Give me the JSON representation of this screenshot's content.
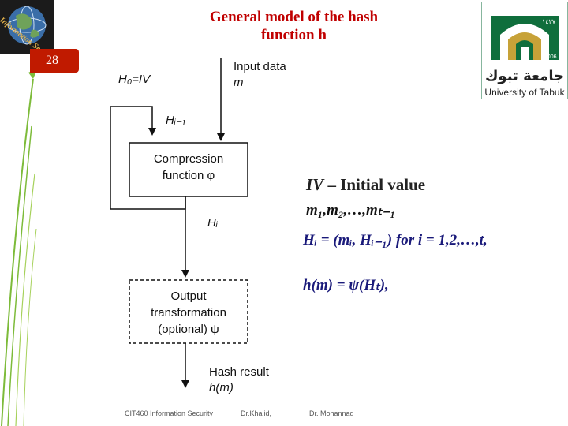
{
  "header": {
    "title_line1": "General model of the hash",
    "title_line2": "function h",
    "slide_number": "28"
  },
  "left_logo": {
    "label": "Information Security"
  },
  "right_logo": {
    "year_top": "١٤٢٧",
    "year_bottom": "2006",
    "arabic_name": "جامعة تبوك",
    "english_name": "University of Tabuk"
  },
  "diagram": {
    "h0_label": "H₀=IV",
    "input_label": "Input data",
    "input_var": "m",
    "hprev_label": "Hᵢ₋₁",
    "compression_line1": "Compression",
    "compression_line2": "function φ",
    "hi_label": "Hᵢ",
    "output_line1": "Output",
    "output_line2": "transformation",
    "output_line3": "(optional) ψ",
    "hash_result_label": "Hash result",
    "hash_result_var": "h(m)"
  },
  "notes": {
    "iv_symbol": "IV",
    "iv_text": " – Initial value",
    "message_sequence": "m₁,m₂,…,mₜ₋₁",
    "equation1": "Hᵢ = (mᵢ, Hᵢ₋₁)  for i = 1,2,…,t,",
    "equation2": "h(m) = ψ(Hₜ),"
  },
  "footer": {
    "course": "CIT460 Information Security",
    "author1": "Dr.Khalid,",
    "author2": "Dr. Mohannad"
  },
  "colors": {
    "title": "#c00000",
    "slide_number_bg": "#c01a00",
    "equation": "#1a1a7a",
    "logo_green": "#0f6e3c"
  }
}
